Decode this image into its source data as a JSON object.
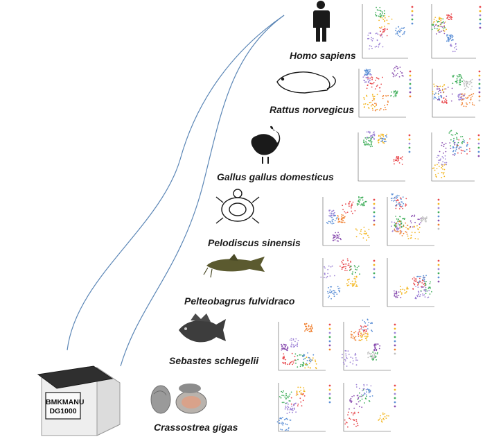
{
  "device": {
    "label_line1": "BMKMANU",
    "label_line2": "DG1000"
  },
  "species": [
    {
      "name": "Homo sapiens",
      "icon": "human-icon"
    },
    {
      "name": "Rattus norvegicus",
      "icon": "rat-icon"
    },
    {
      "name": "Gallus gallus domesticus",
      "icon": "chicken-icon"
    },
    {
      "name": "Pelodiscus sinensis",
      "icon": "turtle-icon"
    },
    {
      "name": "Pelteobagrus fulvidraco",
      "icon": "catfish-icon"
    },
    {
      "name": "Sebastes schlegelii",
      "icon": "rockfish-icon"
    },
    {
      "name": "Crassostrea gigas",
      "icon": "oyster-icon"
    }
  ],
  "colors": {
    "fiber": "#5b86b6",
    "cluster_palette": [
      "#e8464b",
      "#f3b51c",
      "#9d82d6",
      "#3fae5a",
      "#5b8fd6",
      "#8a4fb0",
      "#f07f2e",
      "#bfbfbf",
      "#c94f8a"
    ]
  }
}
